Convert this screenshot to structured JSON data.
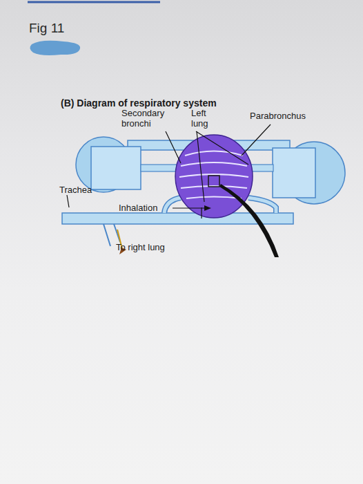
{
  "diagram": {
    "title": "(B) Diagram of respiratory system",
    "labels": [
      "Fig 11",
      "Secondary bronchi",
      "Left lung",
      "Parabronchus",
      "Trachea",
      "Inhalation",
      "To right lung"
    ]
  }
}
